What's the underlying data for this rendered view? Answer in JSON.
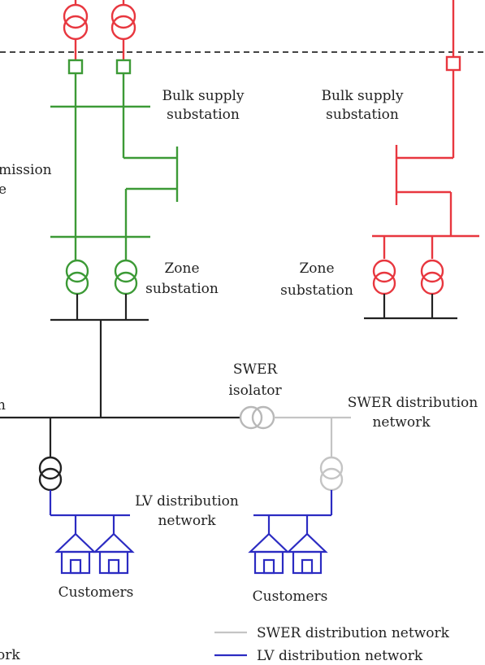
{
  "colors": {
    "transmission": "#e8373f",
    "subtransmission": "#3c9a36",
    "distribution": "#222222",
    "swer": "#c4c4c4",
    "lv": "#2b2bc2",
    "boundary": "#444444"
  },
  "labels": {
    "bulk_left": [
      "Bulk supply",
      "substation"
    ],
    "bulk_right": [
      "Bulk supply",
      "substation"
    ],
    "transmission_line": [
      "mission",
      "e"
    ],
    "zone_left": [
      "Zone",
      "substation"
    ],
    "zone_right": [
      "Zone",
      "substation"
    ],
    "swer_isolator": [
      "SWER",
      "isolator"
    ],
    "swer_network": [
      "SWER distribution",
      "network"
    ],
    "lv_network": [
      "LV distribution",
      "network"
    ],
    "customers_left": "Customers",
    "customers_right": "Customers",
    "bus_fragment": "n"
  },
  "legend": {
    "left_partial": [
      ":",
      "ork"
    ],
    "swer": "SWER distribution network",
    "lv": "LV distribution network"
  }
}
